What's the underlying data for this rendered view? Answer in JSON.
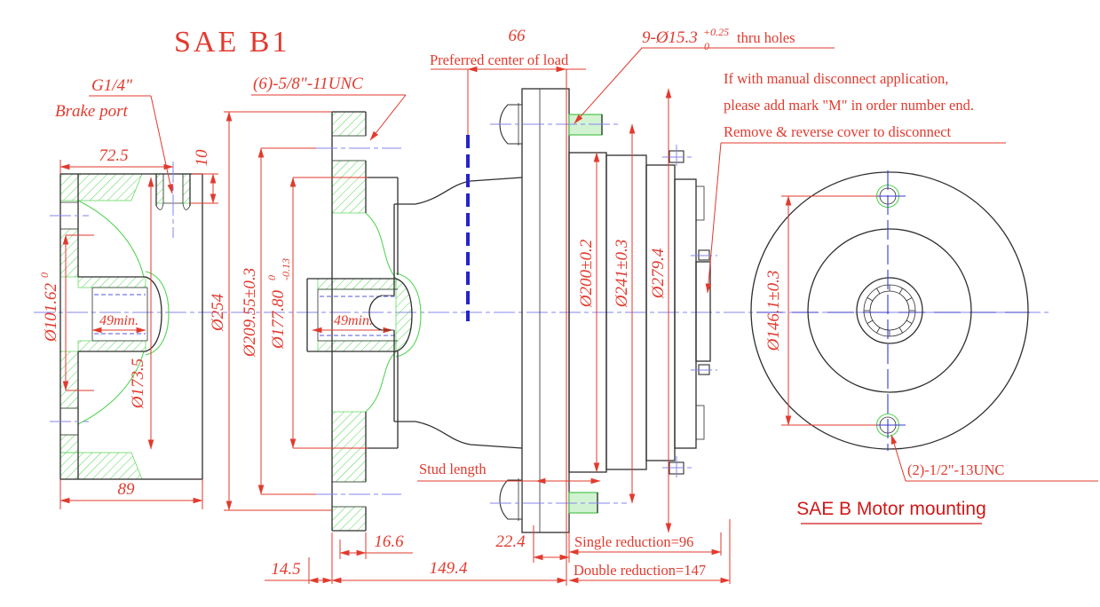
{
  "title": "SAE B1",
  "colors": {
    "dimension_red": "#e23a2e",
    "hatch_green": "#55d455",
    "centerline_blue": "#8585ec",
    "load_line_blue": "#2424c9",
    "outline_black": "#2e2e2e",
    "mounting_label_red": "#d01818"
  },
  "labels": {
    "g14": "G1/4\"",
    "brake_port": "Brake port",
    "unc6": "(6)-5/8\"-11UNC",
    "pref_center_value": "66",
    "pref_center_label": "Preferred center of load",
    "thru_holes_qty": "9-Ø15.3",
    "thru_holes_sup": "+0.25",
    "thru_holes_sub": "0",
    "thru_holes_text": "thru holes",
    "note1": "If with manual disconnect application,",
    "note2": "please add mark \"M\" in order number end.",
    "note3": "Remove & reverse cover to disconnect",
    "stud_length": "Stud length",
    "single_reduction": "Single reduction=96",
    "double_reduction": "Double reduction=147",
    "unc2": "(2)-1/2\"-13UNC",
    "motor_mounting": "SAE B Motor mounting"
  },
  "dimensions": {
    "d72_5": "72.5",
    "d10": "10",
    "d89": "89",
    "d101_62": "Ø101.62",
    "d101_62_sup": "0",
    "d49min_1": "49min.",
    "d49min_2": "49min.",
    "d173_5": "Ø173.5",
    "d254": "Ø254",
    "d209_55": "Ø209.55±0.3",
    "d177_80": "Ø177.80",
    "d177_80_sup": "0",
    "d177_80_sub": "-0.13",
    "d200": "Ø200±0.2",
    "d241": "Ø241±0.3",
    "d279_4": "Ø279.4",
    "d146_1": "Ø146.1±0.3",
    "d16_6": "16.6",
    "d14_5": "14.5",
    "d149_4": "149.4",
    "d22_4": "22.4"
  }
}
